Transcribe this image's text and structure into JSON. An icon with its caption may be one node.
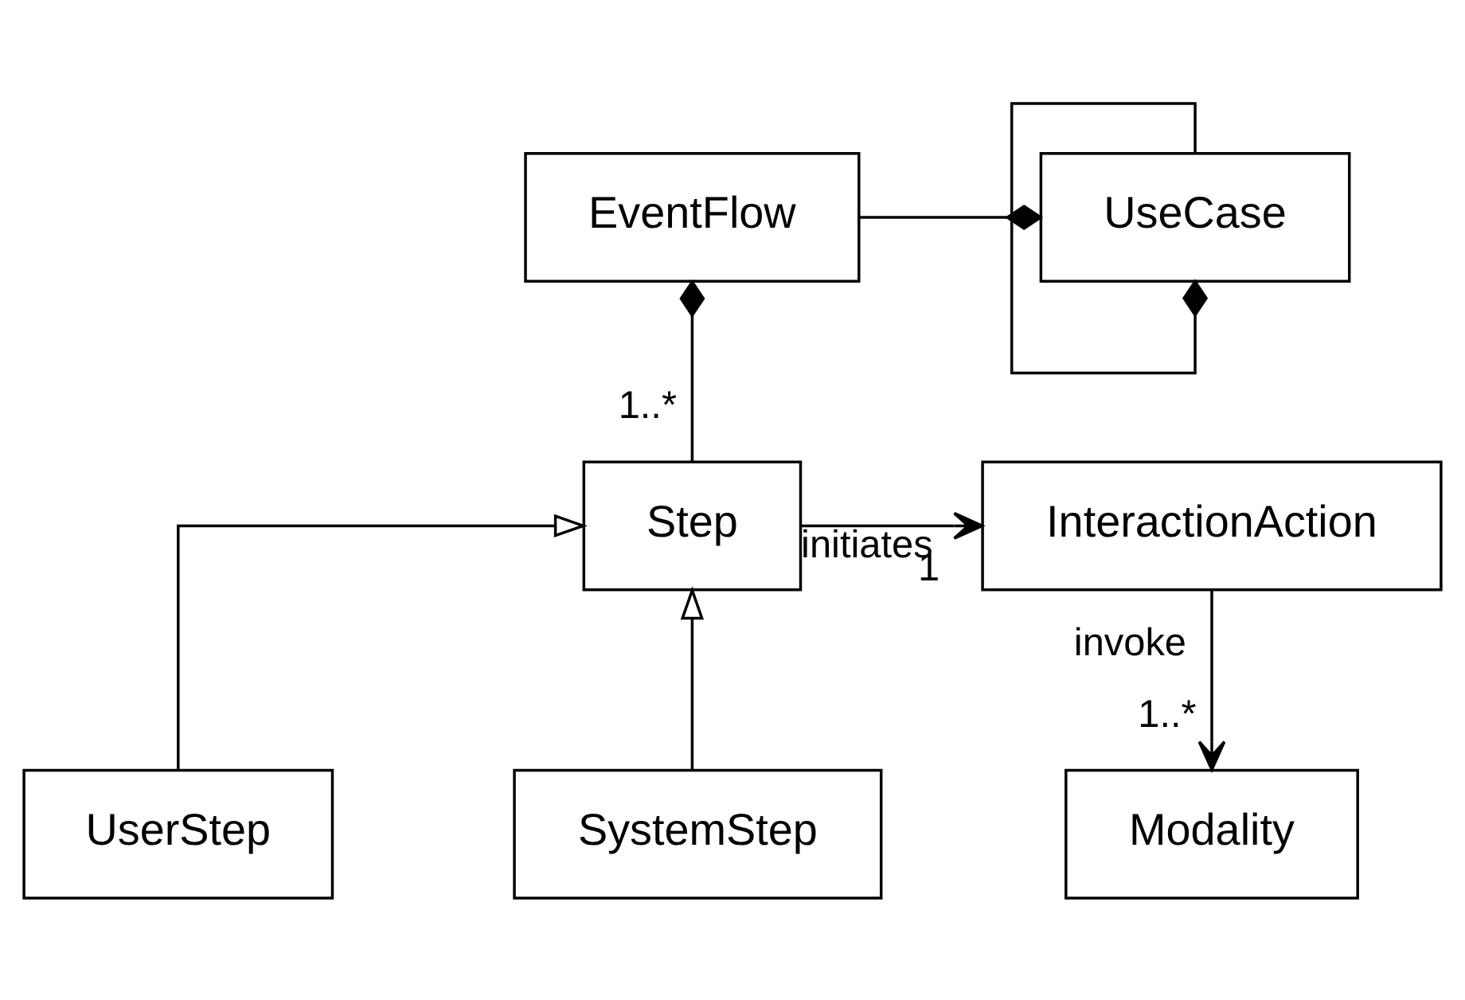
{
  "diagram": {
    "nodes": [
      {
        "text": [
          "UseCase"
        ]
      },
      {
        "text": [
          "EventFlow"
        ]
      },
      {
        "text": [
          "Step"
        ]
      },
      {
        "text": [
          "InteractionAction"
        ]
      },
      {
        "text": [
          "UserStep"
        ]
      },
      {
        "text": [
          "SystemStep"
        ]
      },
      {
        "text": [
          "Modality"
        ]
      }
    ],
    "edges": [
      {
        "from": 0,
        "to": 0,
        "arrow": "other"
      },
      {
        "from": 1,
        "to": 0,
        "arrow": "other"
      },
      {
        "from": 2,
        "to": 1,
        "arrow": "other"
      },
      {
        "from": 2,
        "to": 3,
        "arrow": "to",
        "label": "initiates"
      },
      {
        "from": 4,
        "to": 2,
        "arrow": "to"
      },
      {
        "from": 5,
        "to": 2,
        "arrow": "to"
      },
      {
        "from": 3,
        "to": 6,
        "arrow": "to",
        "label": "invoke"
      }
    ],
    "labels": [
      "1..*",
      "1",
      "1..*"
    ]
  }
}
